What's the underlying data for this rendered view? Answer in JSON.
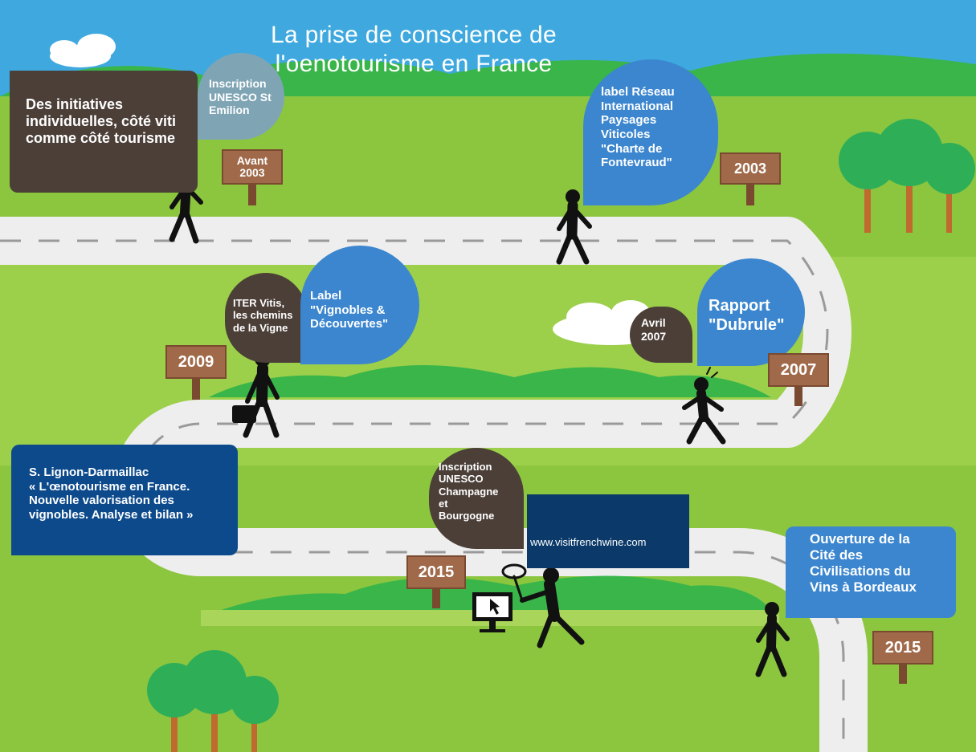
{
  "title": {
    "line1": "La prise de conscience de",
    "line2": "l'oenotourisme en France"
  },
  "events": {
    "initiatives": "Des initiatives\nindividuelles, côté viti\ncomme côté tourisme",
    "unesco_st_emilion": "Inscription\nUNESCO St\nEmilion",
    "label_reseau": "label Réseau\nInternational\nPaysages\nViticoles\n\"Charte de\nFontevraud\"",
    "iter_vitis": "ITER Vitis,\nles chemins\nde la Vigne",
    "label_vignobles": "Label\n\"Vignobles &\nDécouvertes\"",
    "avril_2007": "Avril\n2007",
    "rapport_dubrule": "Rapport\n\"Dubrule\"",
    "lignon_darmaillac": "S. Lignon-Darmaillac\n« L'œnotourisme en France.\nNouvelle valorisation des\nvignobles. Analyse et bilan »",
    "unesco_champagne": "Inscription\nUNESCO\nChampagne\net\nBourgogne",
    "visitfrenchwine": "www.visitfrenchwine.com",
    "cite_des_vins": "Ouverture de la\nCité des\nCivilisations du\nVins à Bordeaux"
  },
  "signs": {
    "avant_2003": "Avant\n2003",
    "s2003": "2003",
    "s2009": "2009",
    "s2007": "2007",
    "s2015_left": "2015",
    "s2015_right": "2015"
  },
  "colors": {
    "sky": "#3fa9df",
    "grass": "#8cc63f",
    "grass_light": "#a9d55a",
    "hill_dark": "#39b54a",
    "road": "#eeeeee",
    "dark_box": "#4b3f38",
    "blue_bubble": "#3b86cf",
    "gray_bubble": "#7fa5b5",
    "navy_box": "#0d4a8c",
    "dark_navy": "#0b3a6a",
    "sign_wood": "#a06a4a",
    "tree": "#2fae58",
    "trunk": "#c06a30",
    "figure": "#111111"
  }
}
